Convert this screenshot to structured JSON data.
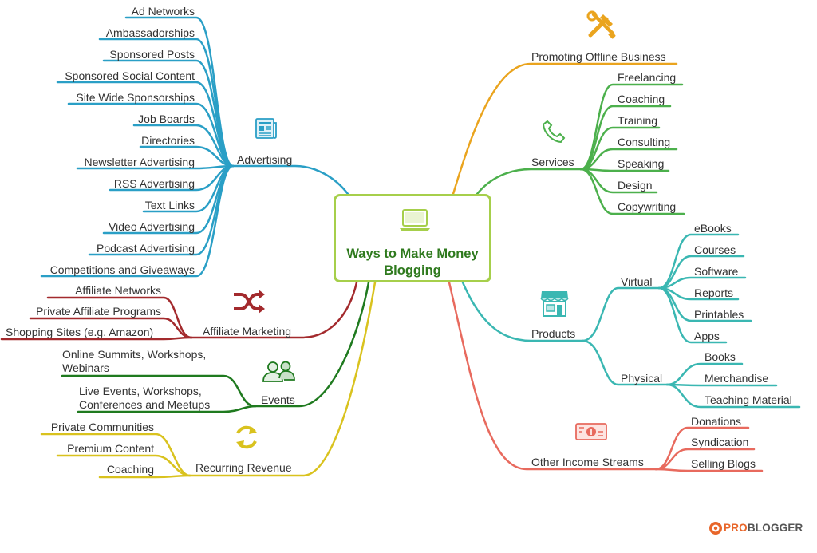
{
  "center": {
    "title": "Ways to Make Money Blogging"
  },
  "colors": {
    "advertising": "#2a9fc6",
    "affiliate": "#a32a2d",
    "events": "#1f7a1f",
    "recurring": "#d9c21e",
    "offline": "#eaa41e",
    "services": "#4cb04c",
    "products": "#3ab7b2",
    "other": "#e86a5e",
    "center_border": "#a6cf4b",
    "title_text": "#2f7a1e"
  },
  "branches": {
    "advertising": {
      "label": "Advertising",
      "icon": "newspaper-icon",
      "items": [
        "Ad Networks",
        "Ambassadorships",
        "Sponsored Posts",
        "Sponsored Social Content",
        "Site Wide Sponsorships",
        "Job Boards",
        "Directories",
        "Newsletter Advertising",
        "RSS Advertising",
        "Text Links",
        "Video Advertising",
        "Podcast Advertising",
        "Competitions and Giveaways"
      ]
    },
    "affiliate": {
      "label": "Affiliate Marketing",
      "icon": "shuffle-icon",
      "items": [
        "Affiliate Networks",
        "Private Affiliate Programs",
        "Shopping Sites (e.g. Amazon)"
      ]
    },
    "events": {
      "label": "Events",
      "icon": "people-icon",
      "items": [
        "Online Summits, Workshops, Webinars",
        "Live Events, Workshops, Conferences and Meetups"
      ]
    },
    "recurring": {
      "label": "Recurring Revenue",
      "icon": "refresh-icon",
      "items": [
        "Private Communities",
        "Premium Content",
        "Coaching"
      ]
    },
    "offline": {
      "label": "Promoting Offline Business",
      "icon": "tools-icon"
    },
    "services": {
      "label": "Services",
      "icon": "phone-icon",
      "items": [
        "Freelancing",
        "Coaching",
        "Training",
        "Consulting",
        "Speaking",
        "Design",
        "Copywriting"
      ]
    },
    "products": {
      "label": "Products",
      "icon": "storefront-icon",
      "virtual": {
        "label": "Virtual",
        "items": [
          "eBooks",
          "Courses",
          "Software",
          "Reports",
          "Printables",
          "Apps"
        ]
      },
      "physical": {
        "label": "Physical",
        "items": [
          "Books",
          "Merchandise",
          "Teaching Material"
        ]
      }
    },
    "other": {
      "label": "Other Income Streams",
      "icon": "money-icon",
      "items": [
        "Donations",
        "Syndication",
        "Selling Blogs"
      ]
    }
  },
  "logo": {
    "text_pro": "PRO",
    "text_blogger": "BLOGGER"
  }
}
